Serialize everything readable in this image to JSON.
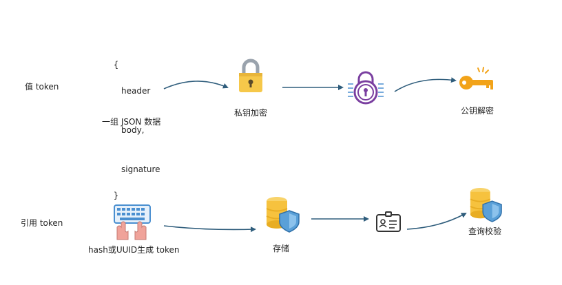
{
  "value_token": {
    "row_label": "值 token",
    "json_block": {
      "open_brace": "{",
      "lines": [
        "header",
        "body,",
        "signature"
      ],
      "close_brace": "}"
    },
    "json_caption": "一组 JSON 数据",
    "encrypt_label": "私钥加密",
    "decrypt_label": "公钥解密"
  },
  "reference_token": {
    "row_label": "引用 token",
    "generate_label": "hash或UUID生成 token",
    "store_label": "存储",
    "verify_label": "查询校验"
  },
  "colors": {
    "arrow": "#2f5d7c",
    "lock_body": "#f6c84a",
    "lock_shackle": "#9aa3ad",
    "purple": "#7a3fa0",
    "key": "#f2a319",
    "keyboard": "#4a8fd0",
    "hand": "#f0a39a",
    "db": "#f6c23e",
    "shield": "#5aa0d8"
  }
}
